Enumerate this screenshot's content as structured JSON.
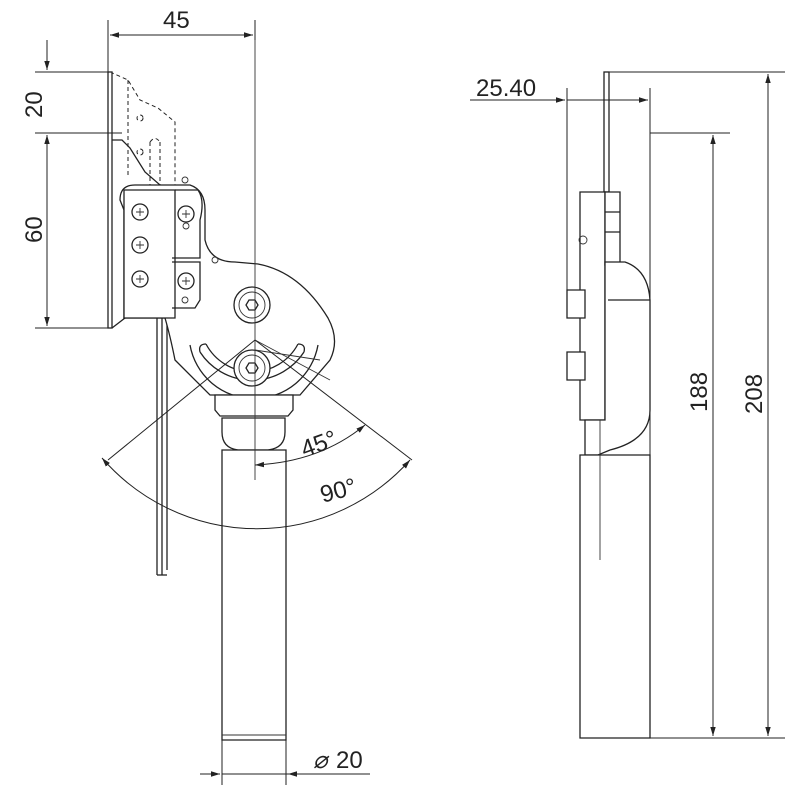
{
  "dimensions": {
    "width_top": "45",
    "upper_height": "20",
    "lower_height": "60",
    "thickness": "25.40",
    "angle_small": "45°",
    "angle_large": "90°",
    "height_inner": "188",
    "height_total": "208",
    "diameter": "20",
    "diameter_symbol": "⌀"
  },
  "colors": {
    "line": "#222222",
    "background": "#ffffff"
  }
}
